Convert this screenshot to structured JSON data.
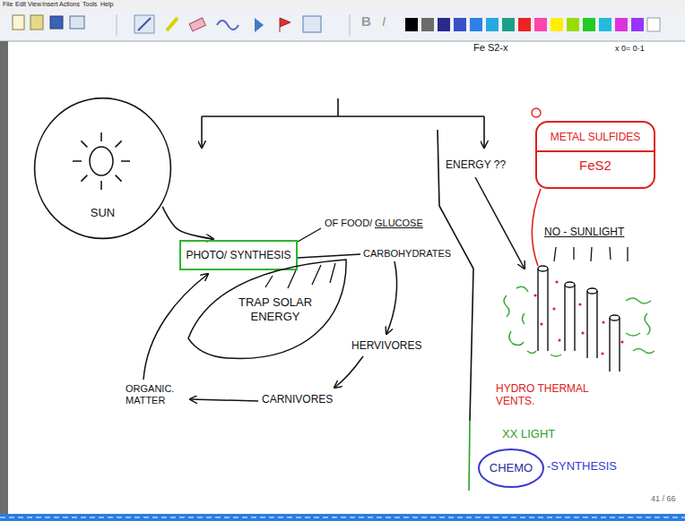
{
  "diagram": {
    "nodes": [
      {
        "text": [
          "SUN"
        ]
      },
      {
        "text": [
          "PHOTO/ SYNTHESIS"
        ]
      },
      {
        "text": [
          "TRAP SOLAR ENERGY"
        ]
      },
      {
        "text": [
          "METAL SULFIDES",
          "FeS2"
        ]
      },
      {
        "text": [
          "CHEMO"
        ]
      }
    ],
    "edges": [
      {
        "from": 0,
        "to": 1,
        "arrow": "to"
      }
    ],
    "labels": [
      "File",
      "Edit",
      "View",
      "Insert",
      "Actions",
      "Tools",
      "Help",
      "B",
      "I",
      "Fe S2-x",
      "x 0= 0·1",
      "OF FOOD/",
      "GLUCOSE",
      "CARBOHYDRATES",
      "HERVIVORES",
      "CARNIVORES",
      "ORGANIC. MATTER",
      "ENERGY ??",
      "NO - SUNLIGHT",
      "HYDRO THERMAL VENTS.",
      "XX LIGHT",
      "-SYNTHESIS",
      "41 / 66"
    ]
  }
}
